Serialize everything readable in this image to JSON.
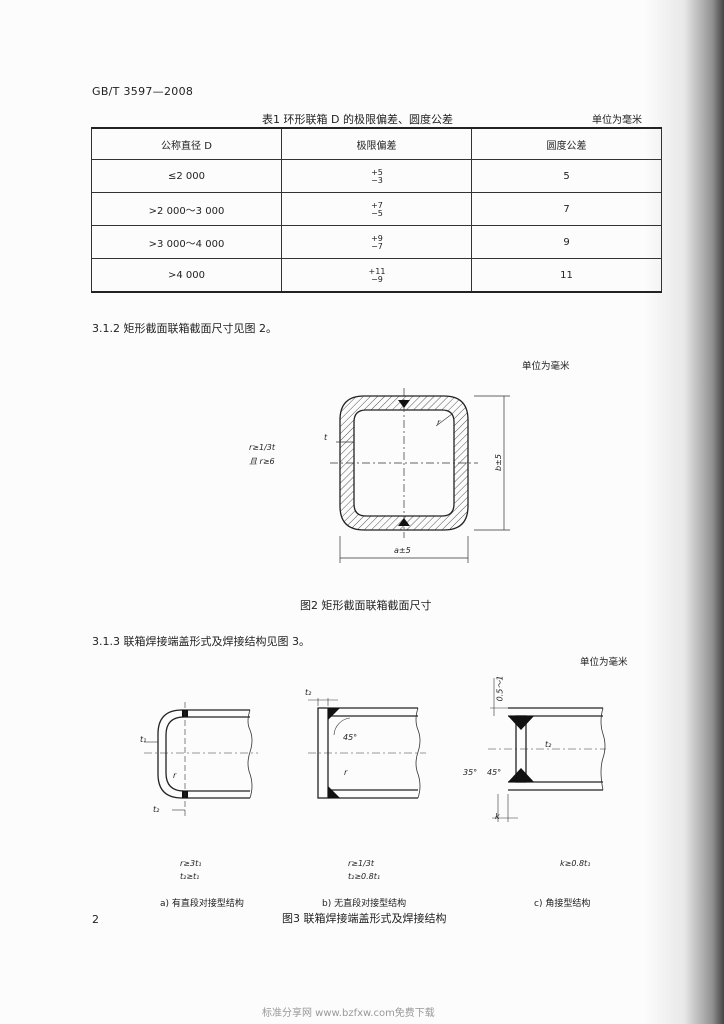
{
  "header": {
    "std_no": "GB/T 3597—2008"
  },
  "table1": {
    "caption": "表1   环形联箱 D 的极限偏差、圆度公差",
    "unit": "单位为毫米",
    "headers": [
      "公称直径   D",
      "极限偏差",
      "圆度公差"
    ],
    "rows": [
      {
        "d": "≤2 000",
        "plus": "+5",
        "minus": "−3",
        "tol": "5"
      },
      {
        "d": ">2 000～3 000",
        "plus": "+7",
        "minus": "−5",
        "tol": "7"
      },
      {
        "d": ">3 000～4 000",
        "plus": "+9",
        "minus": "−7",
        "tol": "9"
      },
      {
        "d": ">4 000",
        "plus": "+11",
        "minus": "−9",
        "tol": "11"
      }
    ]
  },
  "s312": "3.1.2   矩形截面联箱截面尺寸见图 2。",
  "fig2": {
    "unit": "单位为毫米",
    "r_cond1": "r≥1/3t",
    "r_cond2": "且 r≥6",
    "t": "t",
    "r": "r",
    "a_dim": "a±5",
    "b_dim": "b±5",
    "caption": "图2   矩形截面联箱截面尺寸"
  },
  "s313": "3.1.3   联箱焊接端盖形式及焊接结构见图 3。",
  "fig3": {
    "unit": "单位为毫米",
    "a": {
      "note1": "r≥3t₁",
      "note2": "t₂≥t₁",
      "sub": "a)  有直段对接型结构",
      "t1": "t₁",
      "t2": "t₂",
      "r": "r"
    },
    "b": {
      "note1": "r≥1/3t",
      "note2": "t₂≥0.8t₁",
      "sub": "b)  无直段对接型结构",
      "t2": "t₂",
      "r": "r",
      "ang": "45°"
    },
    "c": {
      "note1": "k≥0.8t₁",
      "sub": "c)  角接型结构",
      "dim": "0.5～1",
      "t2": "t₂",
      "ang1": "35°",
      "ang2": "45°",
      "k": "k"
    },
    "caption": "图3   联箱焊接端盖形式及焊接结构"
  },
  "page_no": "2",
  "footer": "标准分享网 www.bzfxw.com免费下载"
}
